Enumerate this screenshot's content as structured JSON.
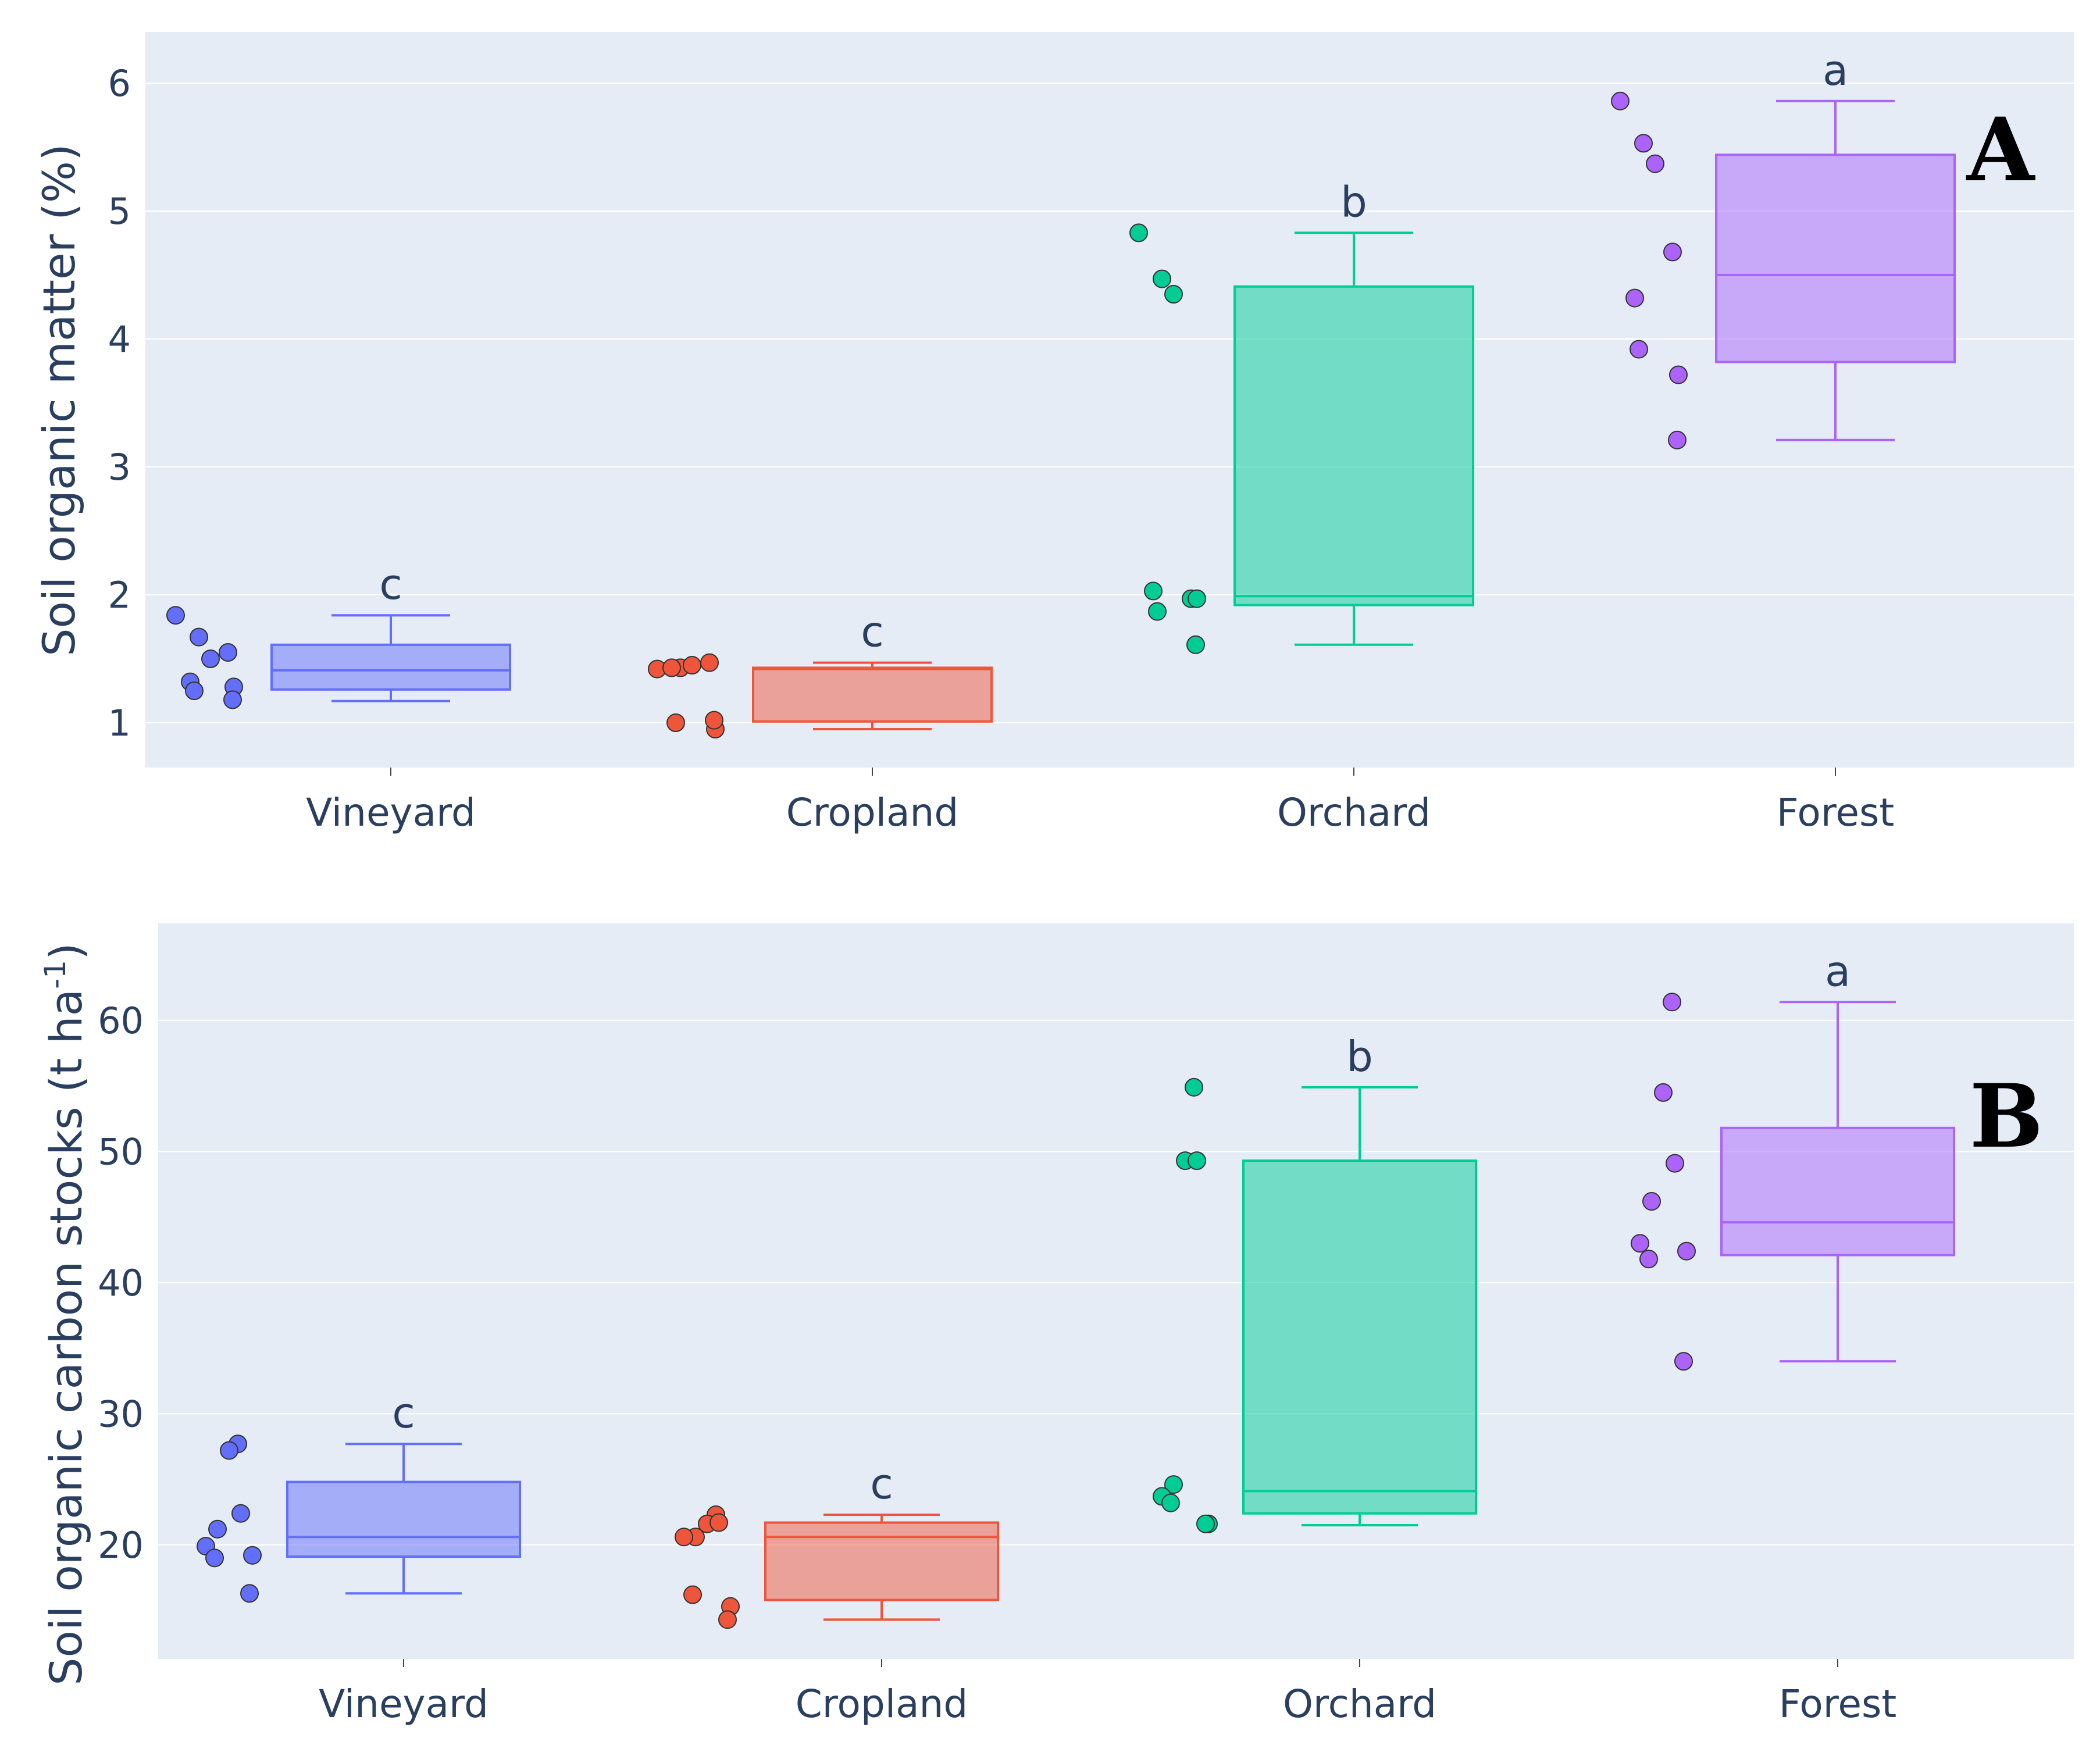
{
  "chart_data": [
    {
      "type": "box",
      "panel_letter": "A",
      "ylabel": "Soil organic matter (%)",
      "categories": [
        "Vineyard",
        "Cropland",
        "Orchard",
        "Forest"
      ],
      "yticks": [
        1,
        2,
        3,
        4,
        5,
        6
      ],
      "ylim": [
        0.65,
        6.4
      ],
      "grid": true,
      "series": [
        {
          "category": "Vineyard",
          "color": "#636efa",
          "letter": "c",
          "min": 1.17,
          "q1": 1.26,
          "median": 1.41,
          "q3": 1.61,
          "max": 1.84,
          "points": [
            1.84,
            1.67,
            1.5,
            1.55,
            1.32,
            1.25,
            1.28,
            1.18
          ]
        },
        {
          "category": "Cropland",
          "color": "#ef553b",
          "letter": "c",
          "min": 0.95,
          "q1": 1.01,
          "median": 1.42,
          "q3": 1.43,
          "max": 1.47,
          "points": [
            1.42,
            1.43,
            1.45,
            1.47,
            1.43,
            1.0,
            0.95,
            1.02
          ]
        },
        {
          "category": "Orchard",
          "color": "#00cc96",
          "letter": "b",
          "min": 1.61,
          "q1": 1.92,
          "median": 1.99,
          "q3": 4.41,
          "max": 4.83,
          "points": [
            4.83,
            4.47,
            4.35,
            1.97,
            2.03,
            1.87,
            1.97,
            1.61
          ]
        },
        {
          "category": "Forest",
          "color": "#ab63fa",
          "letter": "a",
          "min": 3.21,
          "q1": 3.82,
          "median": 4.5,
          "q3": 5.44,
          "max": 5.86,
          "points": [
            5.86,
            5.53,
            5.37,
            4.68,
            4.32,
            3.92,
            3.72,
            3.21
          ]
        }
      ]
    },
    {
      "type": "box",
      "panel_letter": "B",
      "ylabel": "Soil organic carbon stocks (t ha",
      "ylabel_sup": "-1",
      "ylabel_end": ")",
      "categories": [
        "Vineyard",
        "Cropland",
        "Orchard",
        "Forest"
      ],
      "yticks": [
        20,
        30,
        40,
        50,
        60
      ],
      "ylim": [
        11.3,
        67.4
      ],
      "grid": true,
      "series": [
        {
          "category": "Vineyard",
          "color": "#636efa",
          "letter": "c",
          "min": 16.3,
          "q1": 19.1,
          "median": 20.6,
          "q3": 24.8,
          "max": 27.7,
          "points": [
            27.7,
            27.2,
            22.4,
            21.2,
            19.9,
            19.0,
            19.2,
            16.3
          ]
        },
        {
          "category": "Cropland",
          "color": "#ef553b",
          "letter": "c",
          "min": 14.3,
          "q1": 15.8,
          "median": 20.6,
          "q3": 21.7,
          "max": 22.3,
          "points": [
            22.3,
            21.6,
            21.7,
            20.6,
            20.6,
            16.2,
            15.3,
            14.3
          ]
        },
        {
          "category": "Orchard",
          "color": "#00cc96",
          "letter": "b",
          "min": 21.5,
          "q1": 22.4,
          "median": 24.1,
          "q3": 49.3,
          "max": 54.9,
          "points": [
            54.9,
            49.3,
            49.3,
            24.6,
            23.7,
            23.2,
            21.6,
            21.6
          ]
        },
        {
          "category": "Forest",
          "color": "#ab63fa",
          "letter": "a",
          "min": 34.0,
          "q1": 42.1,
          "median": 44.6,
          "q3": 51.8,
          "max": 61.4,
          "points": [
            61.4,
            54.5,
            49.1,
            46.2,
            43.0,
            41.8,
            42.4,
            34.0
          ]
        }
      ]
    }
  ]
}
